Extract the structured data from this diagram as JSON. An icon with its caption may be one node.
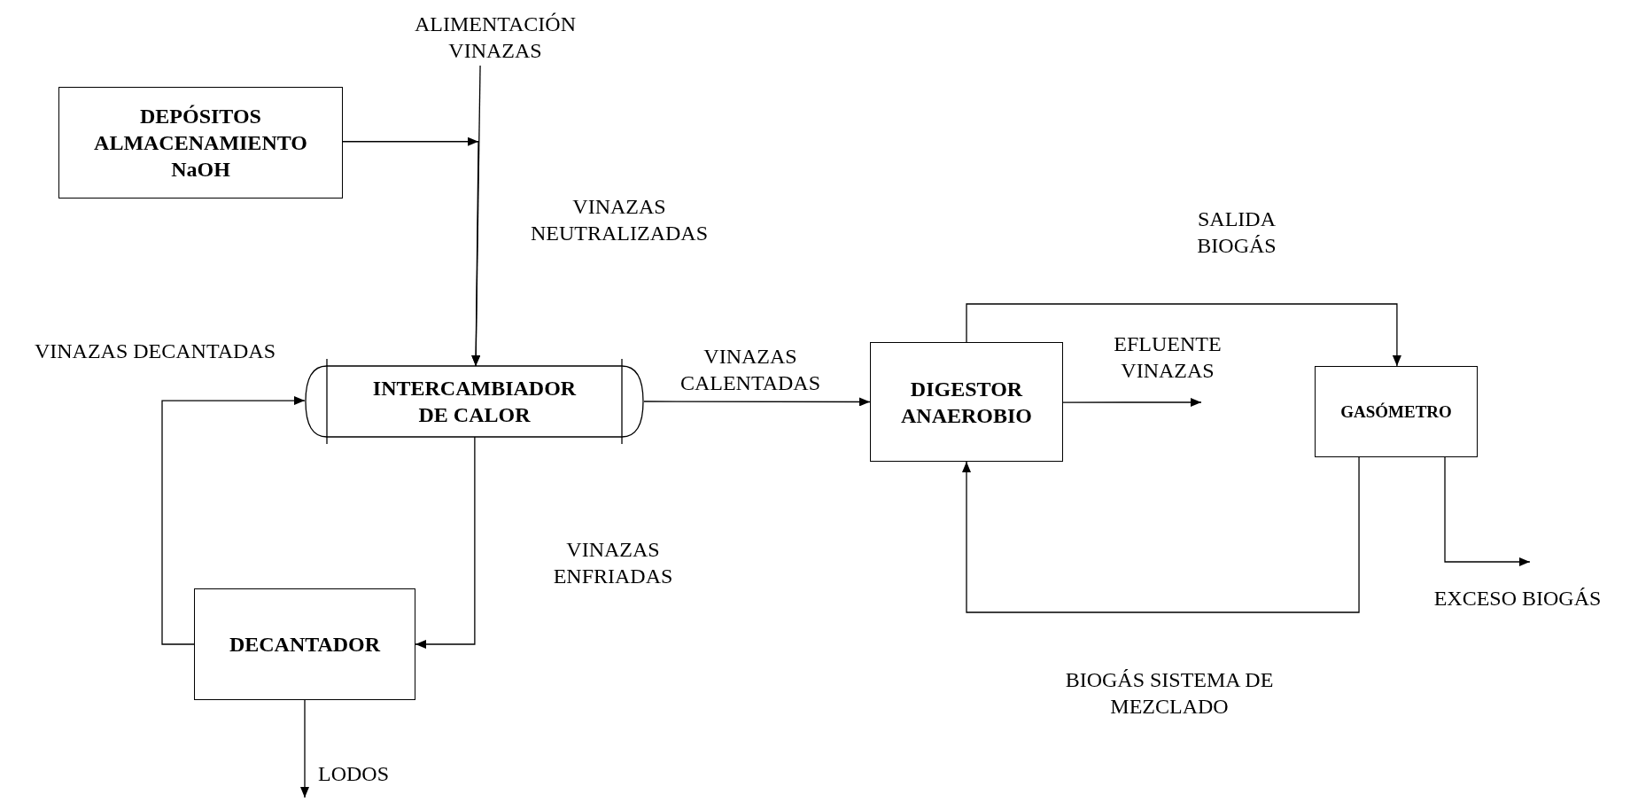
{
  "diagram": {
    "nodes": [
      {
        "text": [
          "ALIMENTACIÓN VINAZAS"
        ]
      },
      {
        "text": [
          "DEPÓSITOS ALMACENAMIENTO NaOH"
        ]
      },
      {
        "text": [
          "INTERCAMBIADOR DE CALOR"
        ]
      },
      {
        "text": [
          "DECANTADOR"
        ]
      },
      {
        "text": [
          "DIGESTOR ANAEROBIO"
        ]
      },
      {
        "text": [
          "GASÓMETRO"
        ]
      },
      {
        "text": [
          "EFLUENTE VINAZAS"
        ]
      },
      {
        "text": [
          "EXCESO BIOGÁS"
        ]
      },
      {
        "text": [
          "LODOS"
        ]
      }
    ],
    "edges": [
      {
        "from": 0,
        "to": 2,
        "arrow": "to"
      },
      {
        "from": 1,
        "to": 2,
        "arrow": "to"
      },
      {
        "from": 2,
        "to": 3,
        "arrow": "to"
      },
      {
        "from": 3,
        "to": 2,
        "arrow": "to"
      },
      {
        "from": 2,
        "to": 4,
        "arrow": "to"
      },
      {
        "from": 4,
        "to": 5,
        "arrow": "to"
      },
      {
        "from": 5,
        "to": 4,
        "arrow": "to"
      },
      {
        "from": 4,
        "to": 6,
        "arrow": "to"
      },
      {
        "from": 5,
        "to": 7,
        "arrow": "to"
      },
      {
        "from": 3,
        "to": 8,
        "arrow": "to"
      }
    ],
    "labels": [
      "VINAZAS NEUTRALIZADAS",
      "SALIDA BIOGÁS",
      "VINAZAS DECANTADAS",
      "VINAZAS CALENTADAS",
      "VINAZAS ENFRIADAS",
      "BIOGÁS SISTEMA DE MEZCLADO"
    ]
  }
}
